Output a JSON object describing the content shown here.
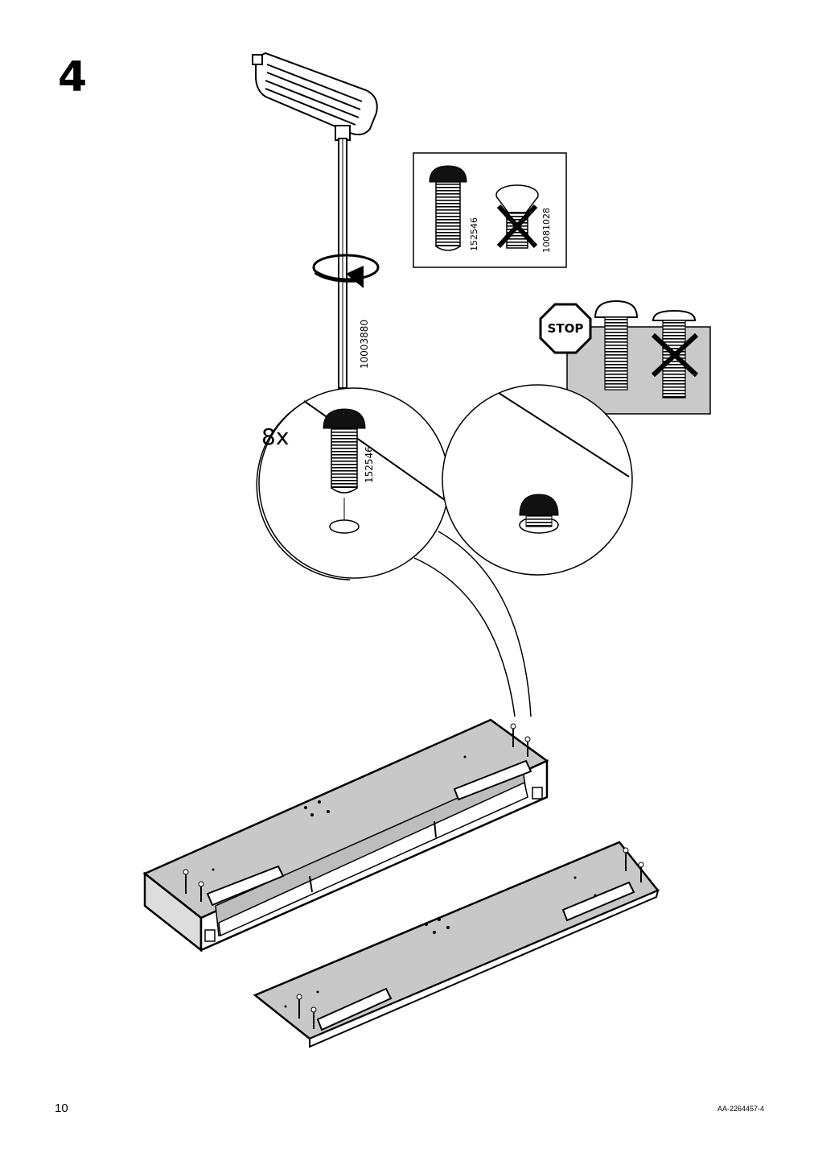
{
  "page": {
    "step_number": "4",
    "page_number": "10",
    "document_code": "AA-2264457-4"
  },
  "parts": {
    "allen_key_id": "10003880",
    "screw_id": "152546",
    "wrong_screw_id": "10081028",
    "quantity": "8x"
  },
  "warning": {
    "stop_label": "STOP"
  },
  "colors": {
    "line": "#000000",
    "panel_gray": "#c8c8c8",
    "panel_dark": "#a9a9a9",
    "stop_box_gray": "#c9c9c9"
  }
}
